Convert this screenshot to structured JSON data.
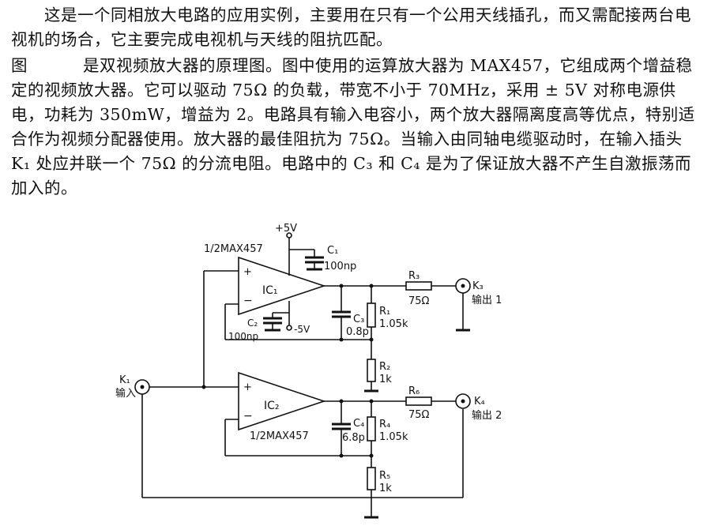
{
  "text": {
    "p1": "这是一个同相放大电路的应用实例，主要用在只有一个公用天线插孔，而又需配接两台电视机的场合，它主要完成电视机与天线的阻抗匹配。",
    "p2_lead": "图",
    "p2_body": "是双视频放大器的原理图。图中使用的运算放大器为 MAX457，它组成两个增益稳定的视频放大器。它可以驱动 75Ω 的负载，带宽不小于 70MHz，采用 ± 5V 对称电源供电，功耗为 350mW，增益为 2。电路具有输入电容小，两个放大器隔离度高等优点，特别适合作为视频分配器使用。放大器的最佳阻抗为 75Ω。当输入由同轴电缆驱动时，在输入插头 K₁ 处应并联一个 75Ω 的分流电阻。电路中的 C₃ 和 C₄ 是为了保证放大器不产生自激振荡而加入的。"
  },
  "circuit": {
    "vplus": "+5V",
    "vminus": "-5V",
    "ic1_part": "1/2MAX457",
    "ic2_part": "1/2MAX457",
    "ic1": "IC₁",
    "ic2": "IC₂",
    "c1": "C₁",
    "c1_val": "100np",
    "c2": "C₂",
    "c2_val": "100np",
    "c3": "C₃",
    "c3_val": "0.8p",
    "c4": "C₄",
    "c4_val": "6.8p",
    "r1": "R₁",
    "r1_val": "1.05k",
    "r2": "R₂",
    "r2_val": "1k",
    "r3": "R₃",
    "r3_val": "75Ω",
    "r4": "R₄",
    "r4_val": "1.05k",
    "r5": "R₅",
    "r5_val": "1k",
    "r6": "R₆",
    "r6_val": "75Ω",
    "k1": "K₁",
    "k1_label": "输入",
    "k3": "K₃",
    "k3_label": "输出 1",
    "k4": "K₄",
    "k4_label": "输出 2",
    "plus": "+",
    "minus": "−"
  }
}
